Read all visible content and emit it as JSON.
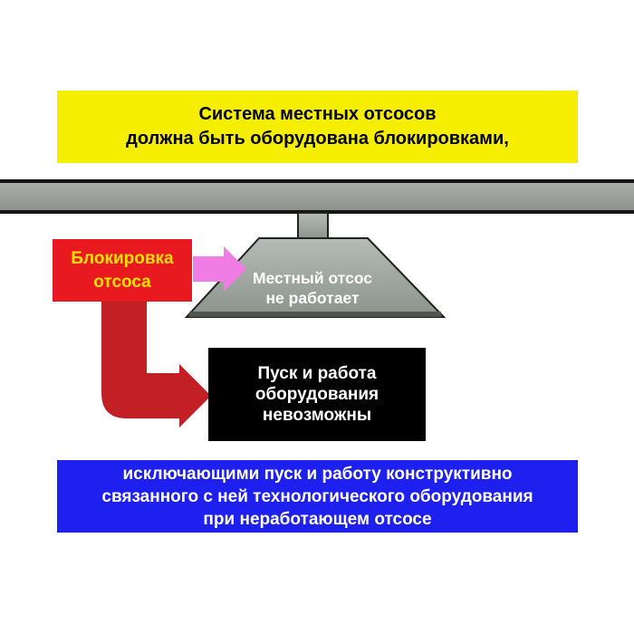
{
  "top_banner": {
    "text": "Система местных отсосов\nдолжна быть оборудована блокировками,"
  },
  "blocking_box": {
    "text": "Блокировка\nотсоса"
  },
  "hood_label": {
    "text": "Местный отсос\nне работает"
  },
  "result_box": {
    "text": "Пуск и работа\nоборудования\nневозможны"
  },
  "bottom_banner": {
    "text": "исключающими пуск и работу конструктивно\nсвязанного с ней технологического оборудования\nпри неработающем отсосе"
  },
  "icons": {
    "pink_arrow": "right-block-arrow",
    "red_arrow": "elbow-down-right-block-arrow",
    "hood": "exhaust-hood"
  },
  "colors": {
    "top_banner_bg": "#f6ee00",
    "top_banner_text": "#000000",
    "blocking_box_bg": "#e8191f",
    "blocking_box_text": "#ffe000",
    "pink_arrow": "#f07de4",
    "red_arrow": "#c32026",
    "result_box_bg": "#000000",
    "result_box_text": "#ffffff",
    "bottom_banner_bg": "#1d20ee",
    "bottom_banner_text": "#ffffff",
    "duct_gray": "#9aa09a",
    "hood_label_text": "#ffffff"
  }
}
